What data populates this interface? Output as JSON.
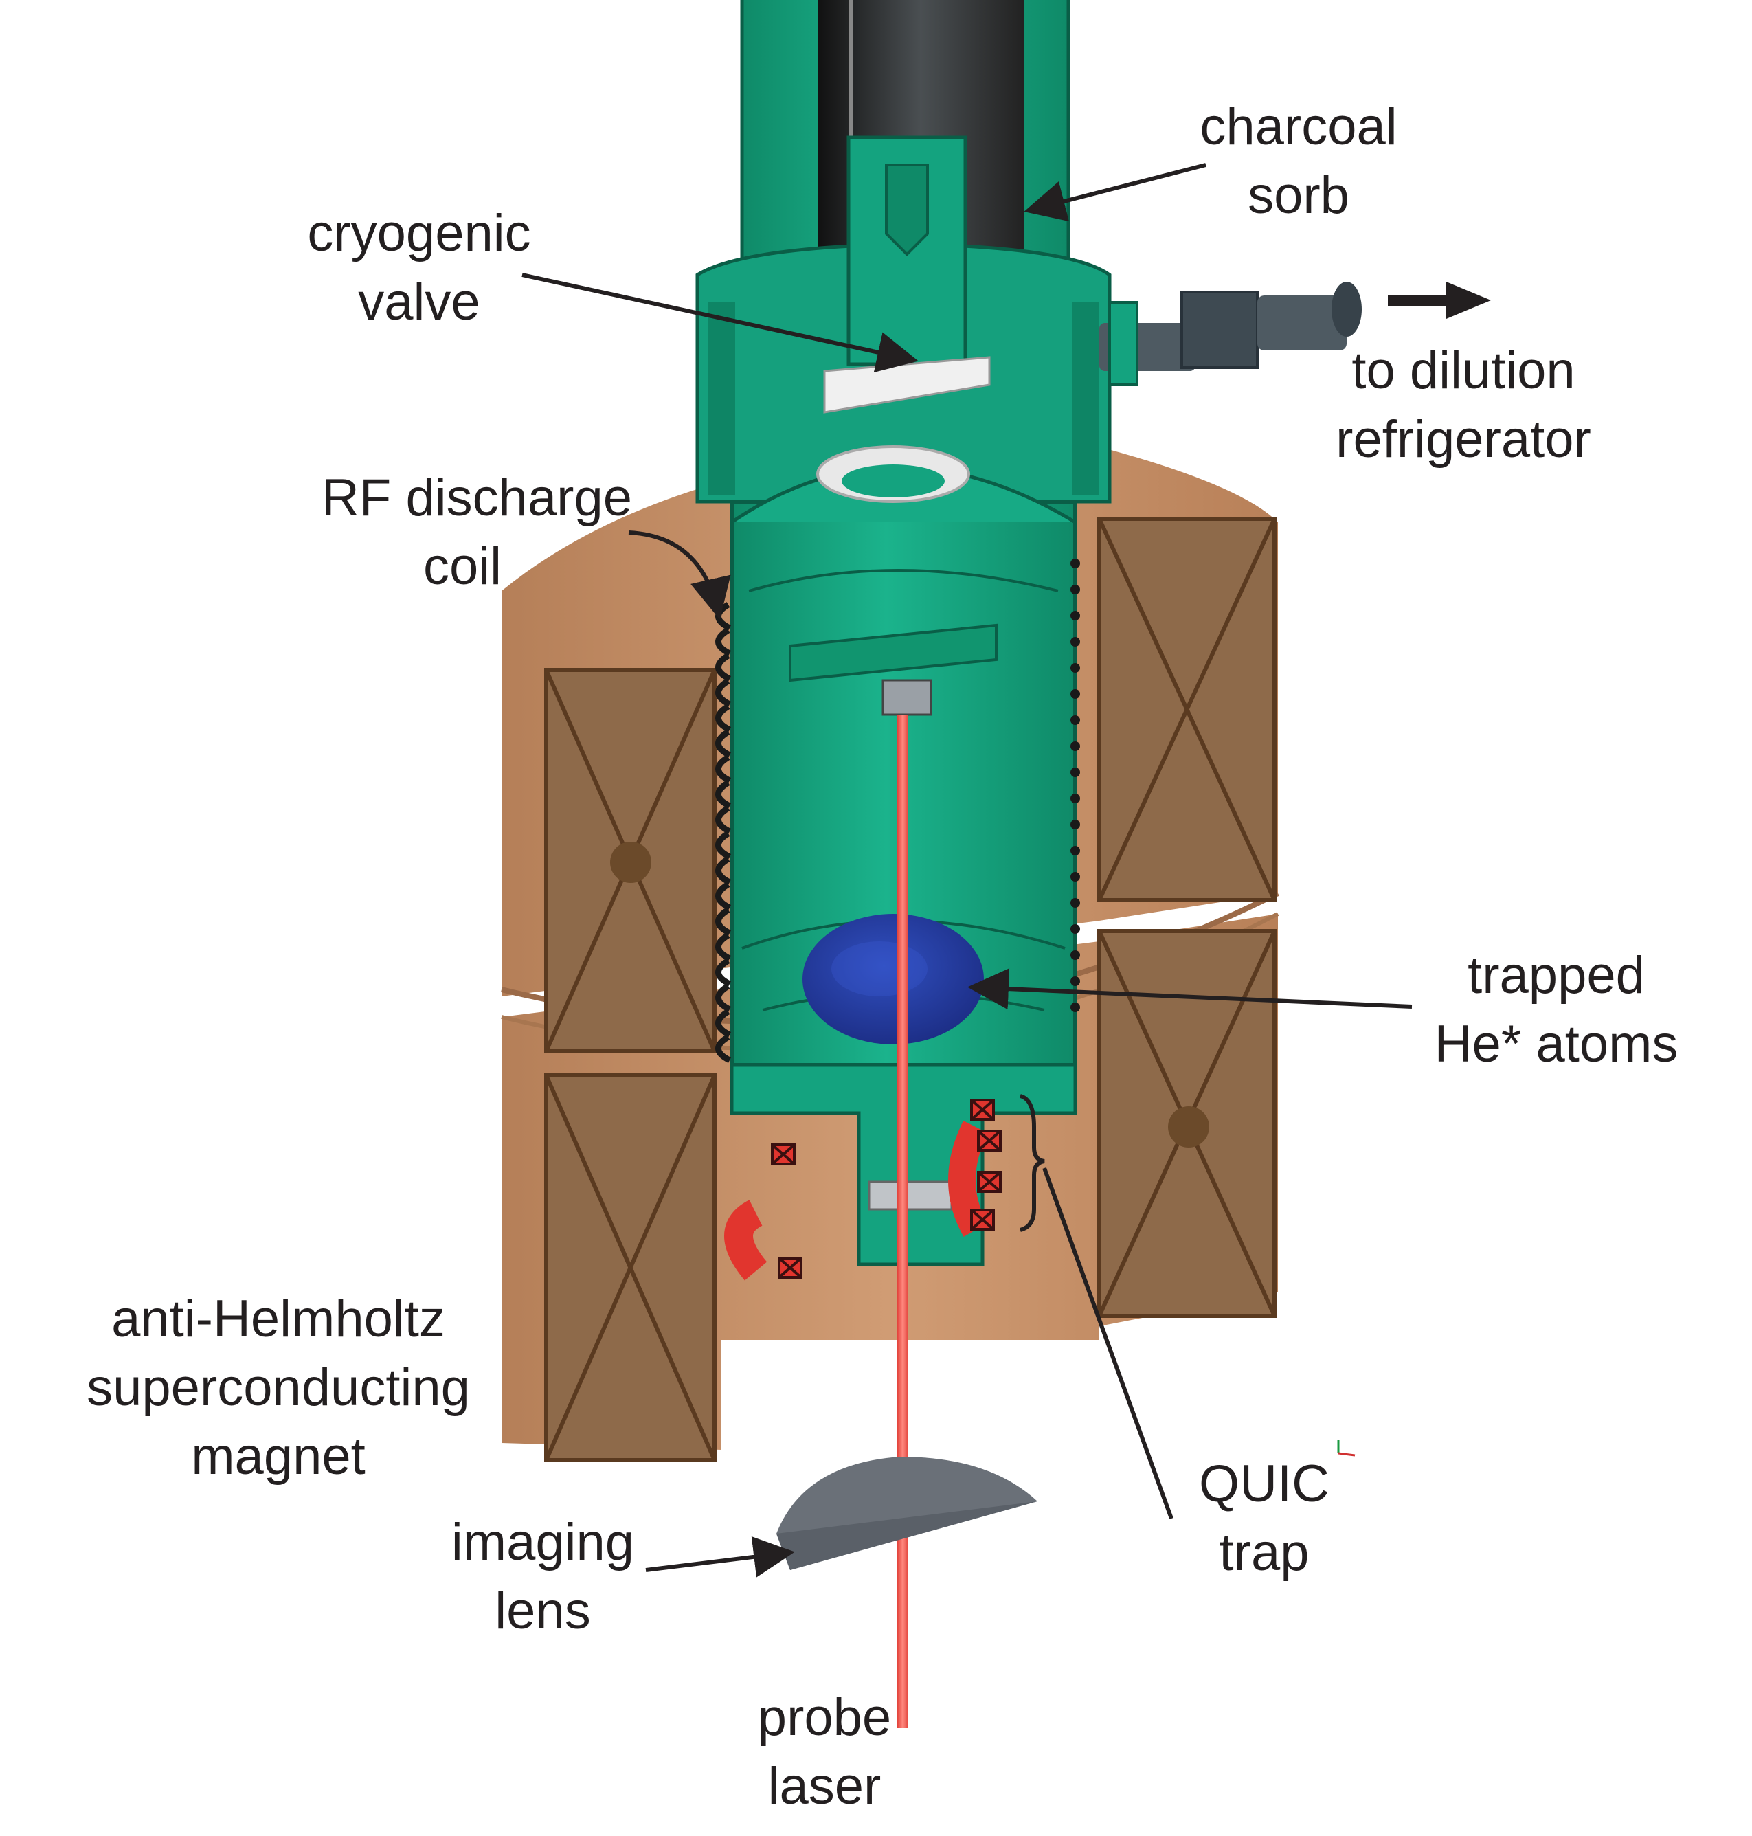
{
  "labels": {
    "charcoal_sorb": [
      "charcoal",
      "sorb"
    ],
    "cryogenic_valve": [
      "cryogenic",
      "valve"
    ],
    "to_dilution": [
      "to dilution",
      "refrigerator"
    ],
    "rf_coil": [
      "RF discharge",
      "coil"
    ],
    "trapped_atoms": [
      "trapped",
      "He* atoms"
    ],
    "magnet": [
      "anti-Helmholtz",
      "superconducting",
      "magnet"
    ],
    "quic_trap": [
      "QUIC",
      "trap"
    ],
    "imaging_lens": [
      "imaging",
      "lens"
    ],
    "probe_laser": [
      "probe",
      "laser"
    ]
  },
  "colors": {
    "cryostat_green": "#14a37f",
    "cryostat_dark": "#0c7a5c",
    "magnet_brown": "#c6906a",
    "magnet_dark": "#5a3a20",
    "coil_black": "#1a1a1a",
    "atom_blue": "#243c9c",
    "laser_red": "#ef5a50",
    "quic_red": "#e1352e",
    "lens_grey": "#6a7078",
    "pump_grey": "#4e5a62",
    "text": "#231f20"
  }
}
